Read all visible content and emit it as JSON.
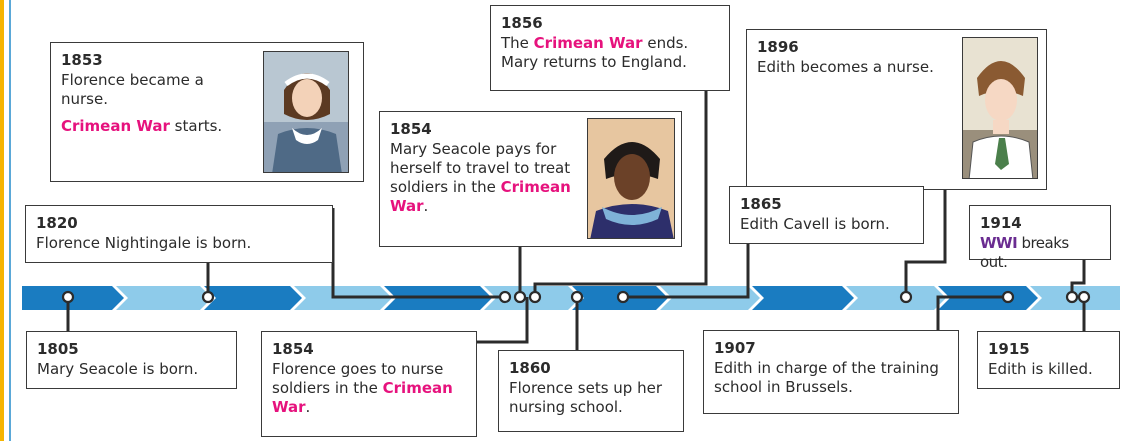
{
  "events": {
    "e1853": {
      "year": "1853",
      "text1": "Florence became a nurse.",
      "highlight": "Crimean War",
      "text2": " starts."
    },
    "e1856": {
      "year": "1856",
      "pre": "The ",
      "highlight": "Crimean War",
      "post": " ends.",
      "line2": "Mary returns to England."
    },
    "e1896": {
      "year": "1896",
      "text": "Edith becomes a nurse."
    },
    "e1854a": {
      "year": "1854",
      "text": "Mary Seacole pays for herself to travel to treat soldiers in the ",
      "highlight": "Crimean War",
      "post": "."
    },
    "e1820": {
      "year": "1820",
      "text": "Florence Nightingale is born."
    },
    "e1865": {
      "year": "1865",
      "text": "Edith Cavell is born."
    },
    "e1914": {
      "year": "1914",
      "highlight": "WWI",
      "text": " breaks out."
    },
    "e1805": {
      "year": "1805",
      "text": "Mary Seacole is born."
    },
    "e1854b": {
      "year": "1854",
      "text": "Florence goes to nurse soldiers in the ",
      "highlight": "Crimean War",
      "post": "."
    },
    "e1860": {
      "year": "1860",
      "text": "Florence sets up her nursing school."
    },
    "e1907": {
      "year": "1907",
      "text": "Edith in charge of the training school in Brussels."
    },
    "e1915": {
      "year": "1915",
      "text": "Edith is killed."
    }
  },
  "colors": {
    "dark_blue": "#1a7cc1",
    "light_blue": "#8ecbea",
    "highlight_pink": "#e6127d",
    "highlight_purple": "#6a2c91"
  },
  "portraits": [
    "florence-nightingale-portrait",
    "mary-seacole-portrait",
    "edith-cavell-portrait"
  ]
}
